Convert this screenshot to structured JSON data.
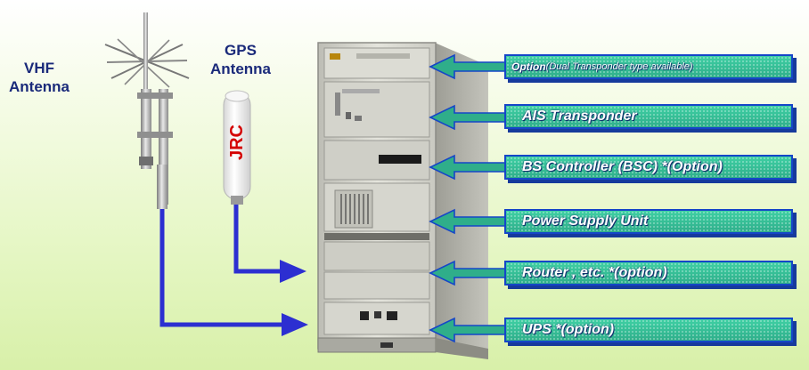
{
  "labels": {
    "vhf_antenna": "VHF\nAntenna",
    "gps_antenna": "GPS\nAntenna",
    "gps_brand": "JRC"
  },
  "callouts": [
    {
      "text": "Option",
      "note": "(Dual Transponder type available)"
    },
    {
      "text": "AIS Transponder"
    },
    {
      "text": "BS Controller (BSC) *(Option)"
    },
    {
      "text": "Power Supply Unit"
    },
    {
      "text": "Router , etc. *(option)"
    },
    {
      "text": "UPS *(option)"
    }
  ],
  "colors": {
    "callout_fill": "#39c29a",
    "callout_border": "#1546c8",
    "arrow": "#2c2fd1",
    "label_text": "#1a2a7a",
    "gps_brand": "#d40000"
  }
}
